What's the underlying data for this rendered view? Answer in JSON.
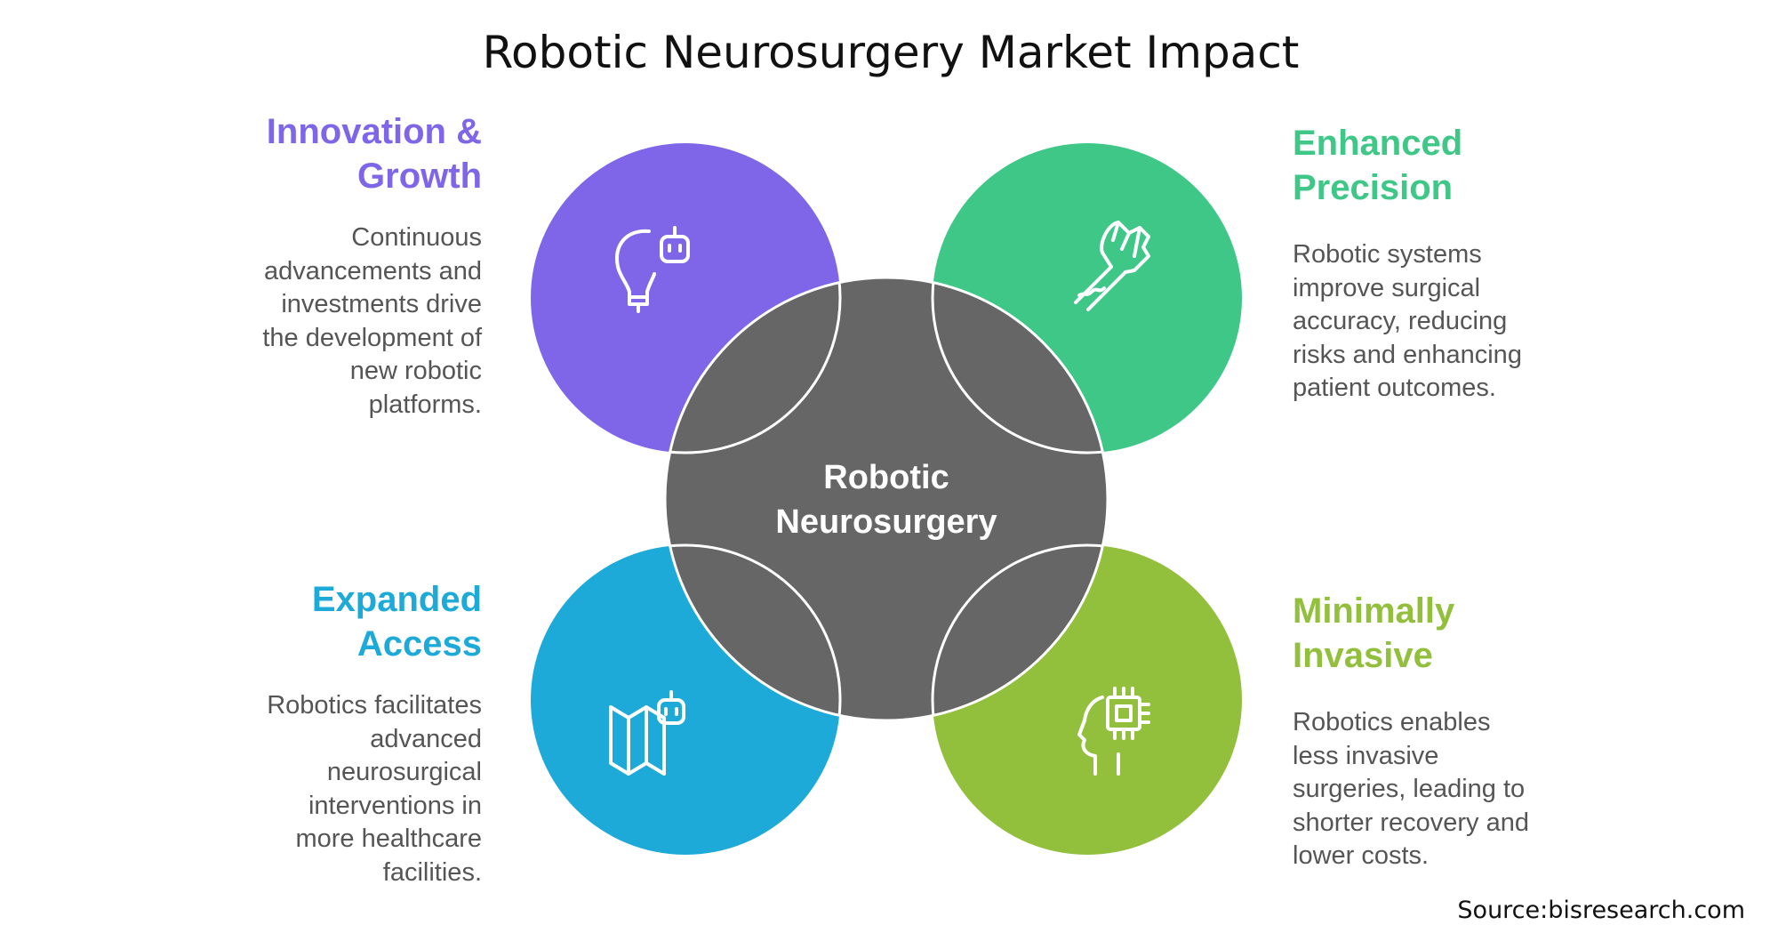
{
  "title": "Robotic Neurosurgery Market Impact",
  "center_label": [
    "Robotic",
    "Neurosurgery"
  ],
  "colors": {
    "innovation": "#7F66E8",
    "precision": "#3EC787",
    "access": "#1EAAD9",
    "invasive": "#92BF3C",
    "center": "#666666"
  },
  "sections": {
    "innovation": {
      "heading": [
        "Innovation &",
        "Growth"
      ],
      "body": [
        "Continuous",
        "advancements and",
        "investments drive",
        "the development of",
        "new robotic",
        "platforms."
      ],
      "icon": "lightbulb-robot-icon"
    },
    "precision": {
      "heading": [
        "Enhanced",
        "Precision"
      ],
      "body": [
        "Robotic systems",
        "improve surgical",
        "accuracy, reducing",
        "risks and enhancing",
        "patient outcomes."
      ],
      "icon": "robotic-fist-icon"
    },
    "access": {
      "heading": [
        "Expanded",
        "Access"
      ],
      "body": [
        "Robotics facilitates",
        "advanced",
        "neurosurgical",
        "interventions in",
        "more healthcare",
        "facilities."
      ],
      "icon": "map-robot-icon"
    },
    "invasive": {
      "heading": [
        "Minimally",
        "Invasive"
      ],
      "body": [
        "Robotics enables",
        "less invasive",
        "surgeries, leading to",
        "shorter recovery and",
        "lower costs."
      ],
      "icon": "head-chip-icon"
    }
  },
  "source": "Source:bisresearch.com"
}
